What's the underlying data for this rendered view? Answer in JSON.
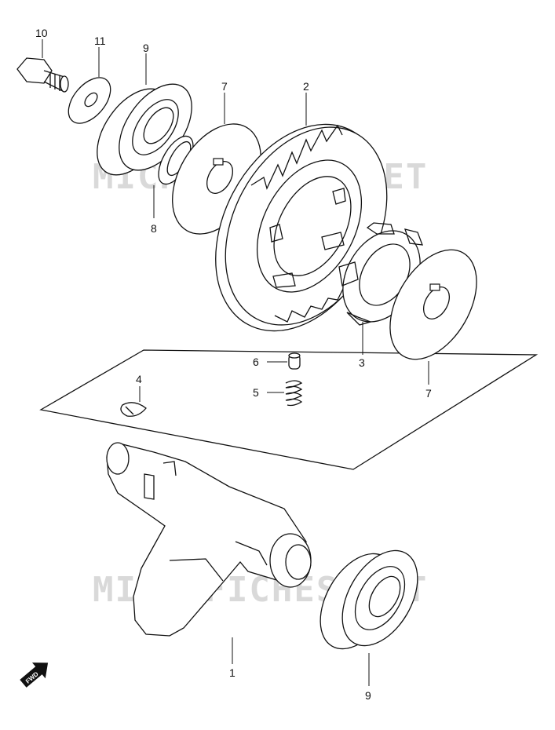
{
  "watermark": "MICROFICHES.NET",
  "direction_arrow": {
    "label": "FWD",
    "icon": "forward-arrow-icon"
  },
  "callouts": [
    {
      "id": "c10",
      "label": "10"
    },
    {
      "id": "c11",
      "label": "11"
    },
    {
      "id": "c9a",
      "label": "9"
    },
    {
      "id": "c7a",
      "label": "7"
    },
    {
      "id": "c2",
      "label": "2"
    },
    {
      "id": "c8",
      "label": "8"
    },
    {
      "id": "c3",
      "label": "3"
    },
    {
      "id": "c6",
      "label": "6"
    },
    {
      "id": "c5",
      "label": "5"
    },
    {
      "id": "c7b",
      "label": "7"
    },
    {
      "id": "c4",
      "label": "4"
    },
    {
      "id": "c1",
      "label": "1"
    },
    {
      "id": "c9b",
      "label": "9"
    }
  ]
}
